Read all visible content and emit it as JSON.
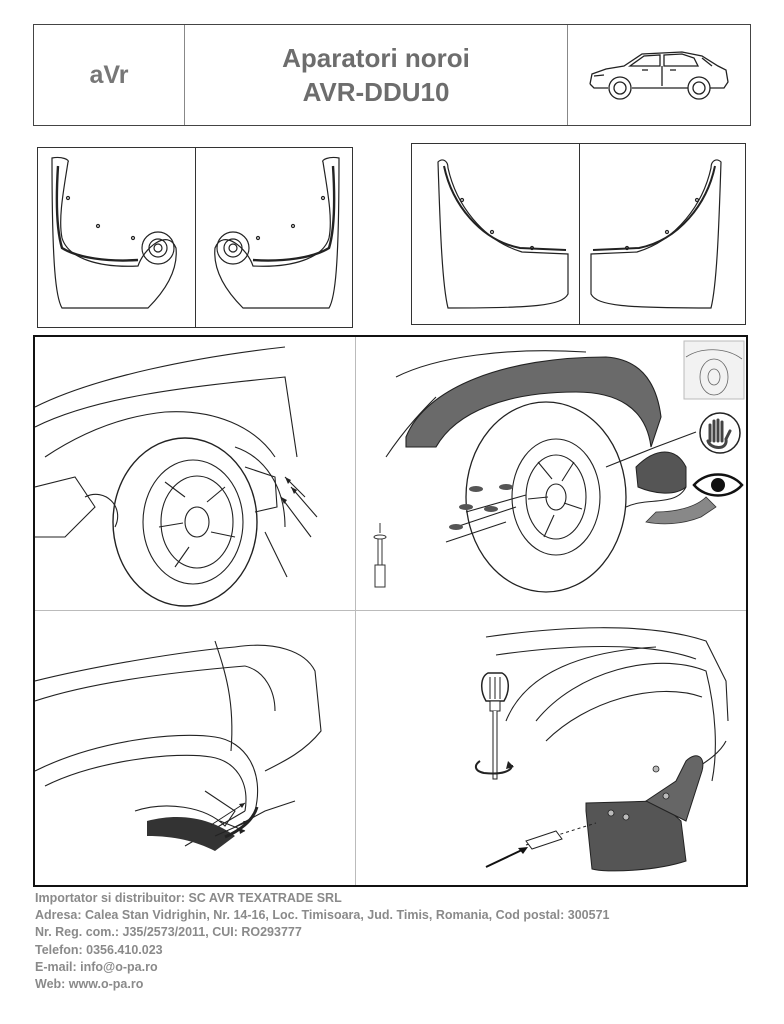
{
  "header": {
    "brand": "aVr",
    "title_line1": "Aparatori noroi",
    "title_line2": "AVR-DDU10",
    "car_icon": "suv-side-view-icon"
  },
  "parts": {
    "front_set_icon": "front-mudflap-pair-icon",
    "rear_set_icon": "rear-mudflap-pair-icon"
  },
  "steps": [
    {
      "icon": "wheel-arch-remove-screws-icon"
    },
    {
      "icon": "fender-flare-mount-mudflap-icon"
    },
    {
      "icon": "front-arch-fasteners-icon"
    },
    {
      "icon": "screwdriver-mount-mudflap-icon"
    }
  ],
  "symbols": {
    "hand": "hand-icon",
    "eye": "eye-icon",
    "screwdriver": "screwdriver-icon"
  },
  "footer": {
    "line1": "Importator si distribuitor: SC AVR TEXATRADE SRL",
    "line2": "Adresa: Calea Stan Vidrighin, Nr. 14-16, Loc. Timisoara, Jud. Timis, Romania, Cod postal: 300571",
    "line3": "Nr. Reg. com.: J35/2573/2011, CUI: RO293777",
    "line4": "Telefon: 0356.410.023",
    "line5": "E-mail: info@o-pa.ro",
    "line6": "Web: www.o-pa.ro"
  }
}
